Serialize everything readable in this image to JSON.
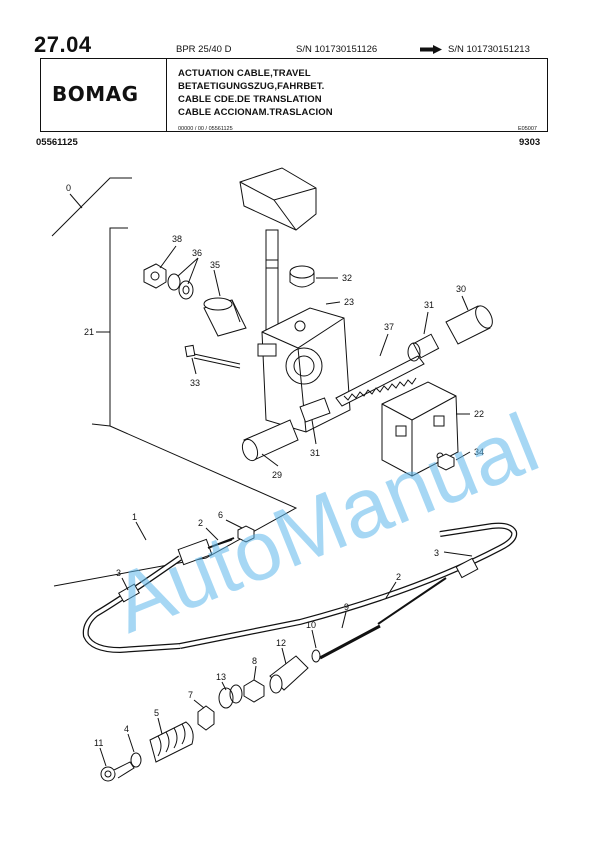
{
  "header": {
    "page_number": "27.04",
    "model": "BPR 25/40 D",
    "sn_from": "S/N 101730151126",
    "sn_to": "S/N 101730151213",
    "logo": "BOMAG",
    "titles": [
      "ACTUATION CABLE,TRAVEL",
      "BETAETIGUNGSZUG,FAHRBET.",
      "CABLE CDE.DE TRANSLATION",
      "CABLE ACCIONAM.TRASLACION"
    ],
    "small_code": "00000 / 00 / 05561125",
    "small_code_right": "E05007",
    "document_number": "05561125",
    "date_code": "9303"
  },
  "watermark": "AutoManual",
  "diagram": {
    "callouts": [
      "0",
      "21",
      "38",
      "36",
      "35",
      "32",
      "23",
      "33",
      "37",
      "31",
      "30",
      "22",
      "29",
      "31",
      "34",
      "1",
      "6",
      "2",
      "3",
      "3",
      "2",
      "9",
      "10",
      "12",
      "8",
      "13",
      "7",
      "5",
      "4",
      "11"
    ]
  }
}
